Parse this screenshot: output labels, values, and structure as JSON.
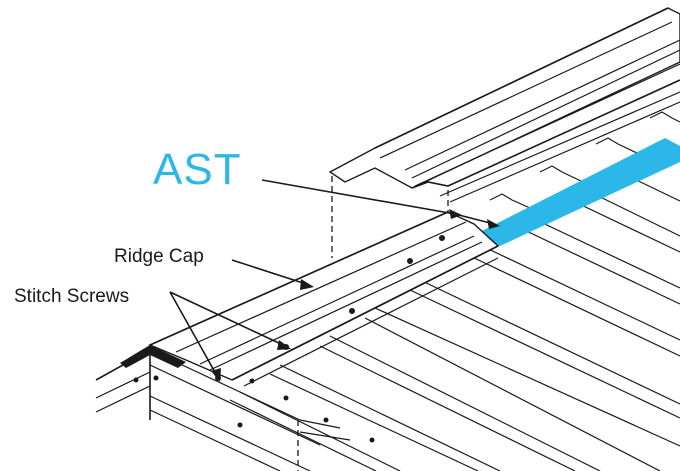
{
  "labels": {
    "ast": "AST",
    "ridge_cap": "Ridge Cap",
    "stitch_screws": "Stitch Screws"
  },
  "colors": {
    "ast_tape": "#2bb8e8",
    "ast_text": "#2bb8e8",
    "line": "#1a1a1a",
    "background": "#ffffff"
  }
}
